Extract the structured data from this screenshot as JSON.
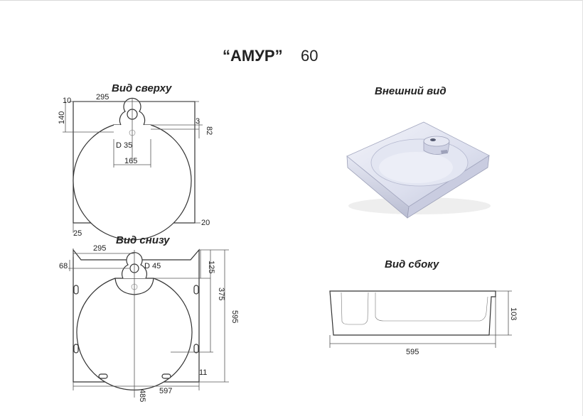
{
  "title": {
    "name": "“АМУР”",
    "model": "60"
  },
  "top_view": {
    "caption": "Вид сверху",
    "dims": {
      "d10": "10",
      "d295": "295",
      "d140": "140",
      "d3": "3",
      "d82": "82",
      "d35": "D 35",
      "d165": "165",
      "d20": "20",
      "d25": "25"
    }
  },
  "bottom_view": {
    "caption": "Вид снизу",
    "dims": {
      "d295": "295",
      "d68": "68",
      "d45": "D 45",
      "d125": "125",
      "d375": "375",
      "d595": "595",
      "d11": "11",
      "d485": "485",
      "d597": "597"
    }
  },
  "external_view": {
    "caption": "Внешний вид"
  },
  "side_view": {
    "caption": "Вид сбоку",
    "dims": {
      "d103": "103",
      "d595": "595"
    }
  }
}
